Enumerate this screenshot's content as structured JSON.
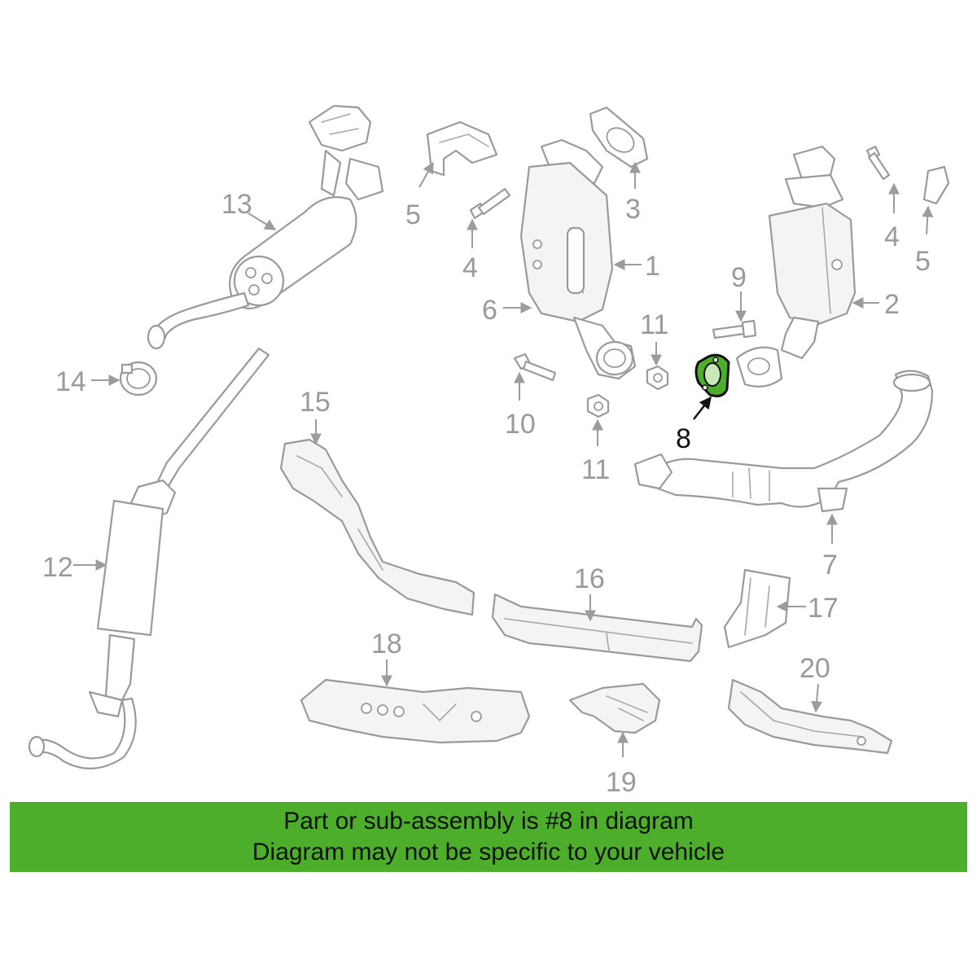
{
  "colors": {
    "highlight": "#4cae2a",
    "line_art": "#9a9a9a",
    "highlight_text": "#111111"
  },
  "highlighted_callout": "8",
  "callouts": {
    "c1": "1",
    "c2": "2",
    "c3": "3",
    "c4a": "4",
    "c4b": "4",
    "c5a": "5",
    "c5b": "5",
    "c6": "6",
    "c7": "7",
    "c8": "8",
    "c9": "9",
    "c10": "10",
    "c11a": "11",
    "c11b": "11",
    "c12": "12",
    "c13": "13",
    "c14": "14",
    "c15": "15",
    "c16": "16",
    "c17": "17",
    "c18": "18",
    "c19": "19",
    "c20": "20"
  },
  "banner": {
    "line1": "Part or sub-assembly is #8 in diagram",
    "line2": "Diagram may not be specific to your vehicle"
  }
}
